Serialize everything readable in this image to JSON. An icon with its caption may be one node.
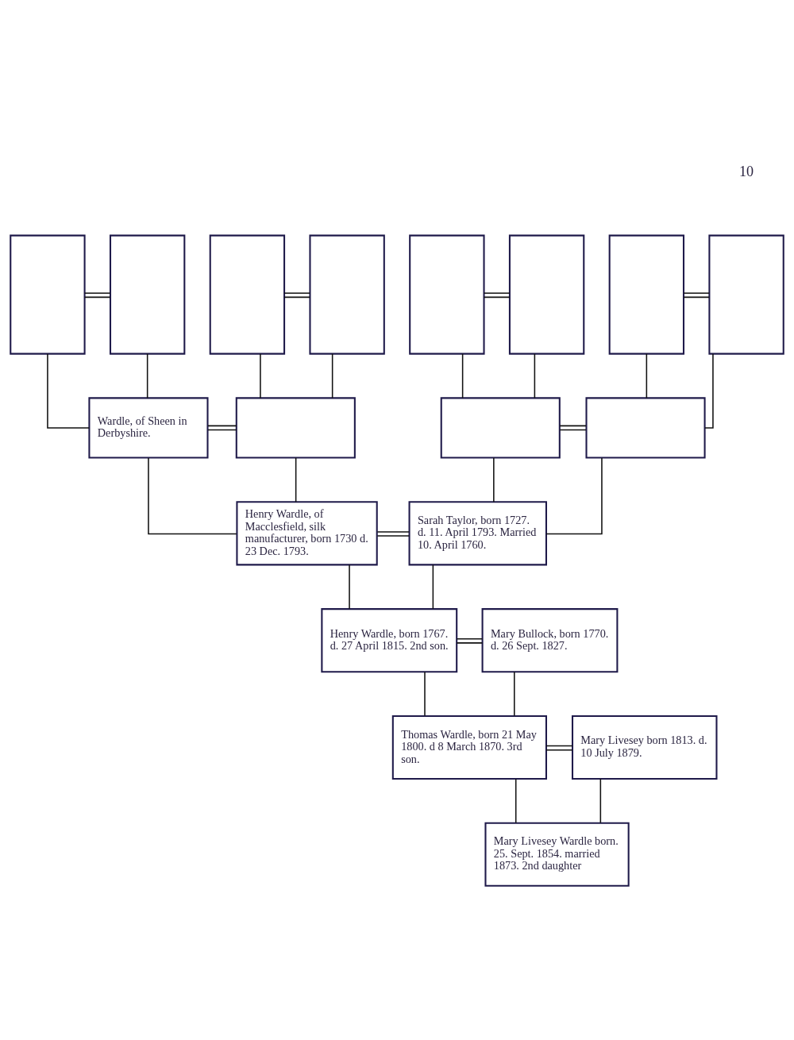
{
  "diagram": {
    "nodes": [
      {
        "text": [],
        "shape": "box"
      },
      {
        "text": [],
        "shape": "box"
      },
      {
        "text": [],
        "shape": "box"
      },
      {
        "text": [],
        "shape": "box"
      },
      {
        "text": [],
        "shape": "box"
      },
      {
        "text": [],
        "shape": "box"
      },
      {
        "text": [],
        "shape": "box"
      },
      {
        "text": [],
        "shape": "box"
      },
      {
        "text": [
          "Wardle, of Sheen in Derbyshire."
        ]
      },
      {
        "text": [],
        "shape": "box"
      },
      {
        "text": [],
        "shape": "box"
      },
      {
        "text": [],
        "shape": "box"
      },
      {
        "text": [
          "Henry Wardle, of Macclesfield, silk manufacturer, born 1730 d. 23 Dec. 1793."
        ]
      },
      {
        "text": [
          "Sarah Taylor, born 1727. d. 11. April 1793. Married 10. April 1760."
        ]
      },
      {
        "text": [
          "Henry Wardle, born 1767. d. 27 April 1815. 2nd son."
        ]
      },
      {
        "text": [
          "Mary Bullock, born 1770. d. 26 Sept. 1827."
        ]
      },
      {
        "text": [
          "Thomas Wardle, born 21 May 1800. d 8 March 1870. 3rd son."
        ]
      },
      {
        "text": [
          "Mary Livesey born 1813. d. 10 July 1879."
        ]
      },
      {
        "text": [
          "Mary Livesey Wardle born. 25. Sept. 1854. married 1873. 2nd daughter"
        ]
      }
    ],
    "edges": [
      {
        "from": 0,
        "to": 1,
        "arrow": "none"
      },
      {
        "from": 2,
        "to": 3,
        "arrow": "none"
      },
      {
        "from": 4,
        "to": 5,
        "arrow": "none"
      },
      {
        "from": 6,
        "to": 7,
        "arrow": "none"
      },
      {
        "from": 0,
        "to": 8,
        "arrow": "none"
      },
      {
        "from": 1,
        "to": 8,
        "arrow": "none"
      },
      {
        "from": 2,
        "to": 9,
        "arrow": "none"
      },
      {
        "from": 3,
        "to": 9,
        "arrow": "none"
      },
      {
        "from": 4,
        "to": 10,
        "arrow": "none"
      },
      {
        "from": 5,
        "to": 10,
        "arrow": "none"
      },
      {
        "from": 6,
        "to": 11,
        "arrow": "none"
      },
      {
        "from": 7,
        "to": 11,
        "arrow": "none"
      },
      {
        "from": 8,
        "to": 9,
        "arrow": "none"
      },
      {
        "from": 10,
        "to": 11,
        "arrow": "none"
      },
      {
        "from": 8,
        "to": 12,
        "arrow": "none"
      },
      {
        "from": 9,
        "to": 12,
        "arrow": "none"
      },
      {
        "from": 10,
        "to": 13,
        "arrow": "none"
      },
      {
        "from": 11,
        "to": 13,
        "arrow": "none"
      },
      {
        "from": 12,
        "to": 13,
        "arrow": "none"
      },
      {
        "from": 12,
        "to": 14,
        "arrow": "none"
      },
      {
        "from": 13,
        "to": 14,
        "arrow": "none"
      },
      {
        "from": 14,
        "to": 15,
        "arrow": "none"
      },
      {
        "from": 14,
        "to": 16,
        "arrow": "none"
      },
      {
        "from": 15,
        "to": 16,
        "arrow": "none"
      },
      {
        "from": 16,
        "to": 17,
        "arrow": "none"
      },
      {
        "from": 16,
        "to": 18,
        "arrow": "none"
      },
      {
        "from": 17,
        "to": 18,
        "arrow": "none"
      }
    ],
    "labels": [
      "10"
    ]
  }
}
